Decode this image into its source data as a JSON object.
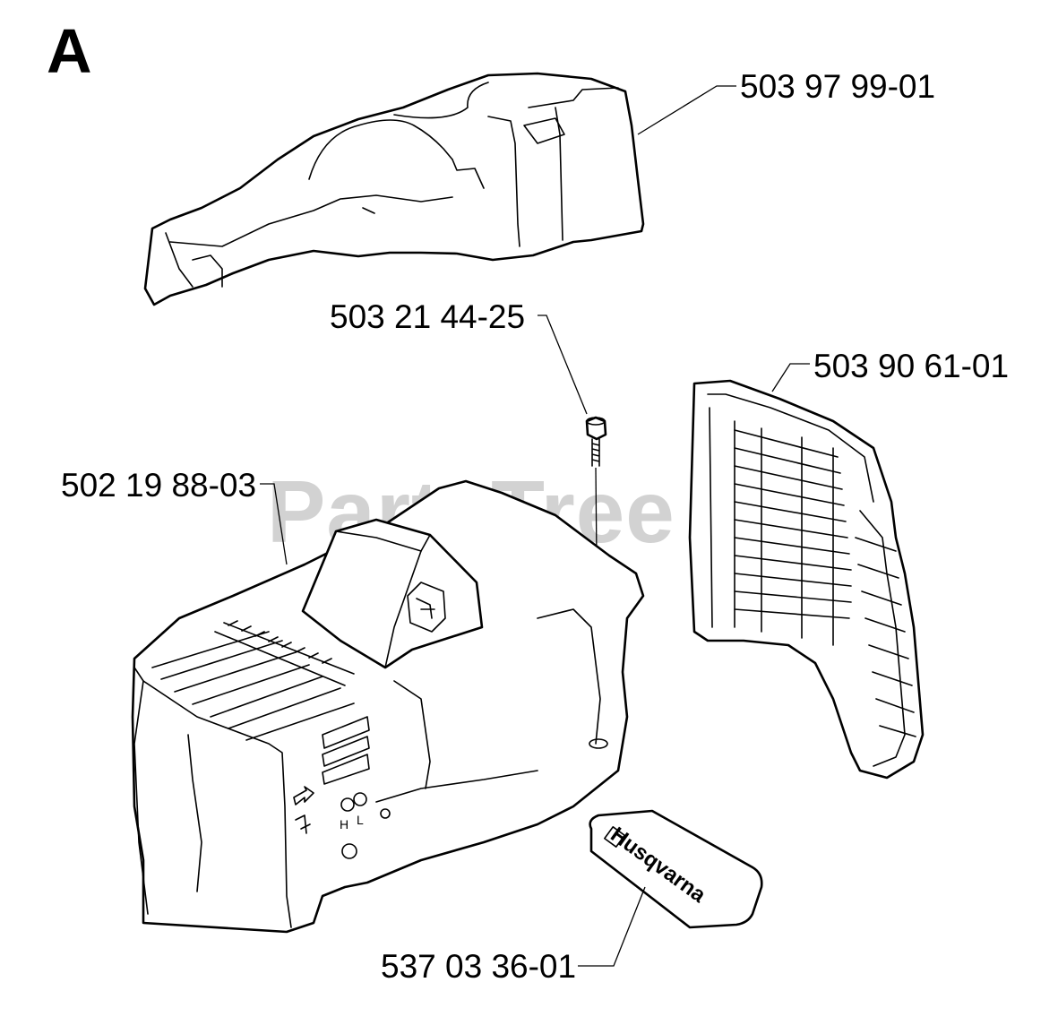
{
  "diagram": {
    "section_letter": "A",
    "watermark": "PartsTree",
    "decal_text": "Husqvarna",
    "parts": [
      {
        "id": "top-cover",
        "part_number": "503 97 99-01"
      },
      {
        "id": "screw",
        "part_number": "503 21 44-25"
      },
      {
        "id": "air-filter-cover",
        "part_number": "503 90 61-01"
      },
      {
        "id": "cylinder-cover",
        "part_number": "502 19 88-03"
      },
      {
        "id": "decal",
        "part_number": "537 03 36-01"
      }
    ],
    "choke_labels": {
      "h": "H",
      "l": "L"
    }
  }
}
